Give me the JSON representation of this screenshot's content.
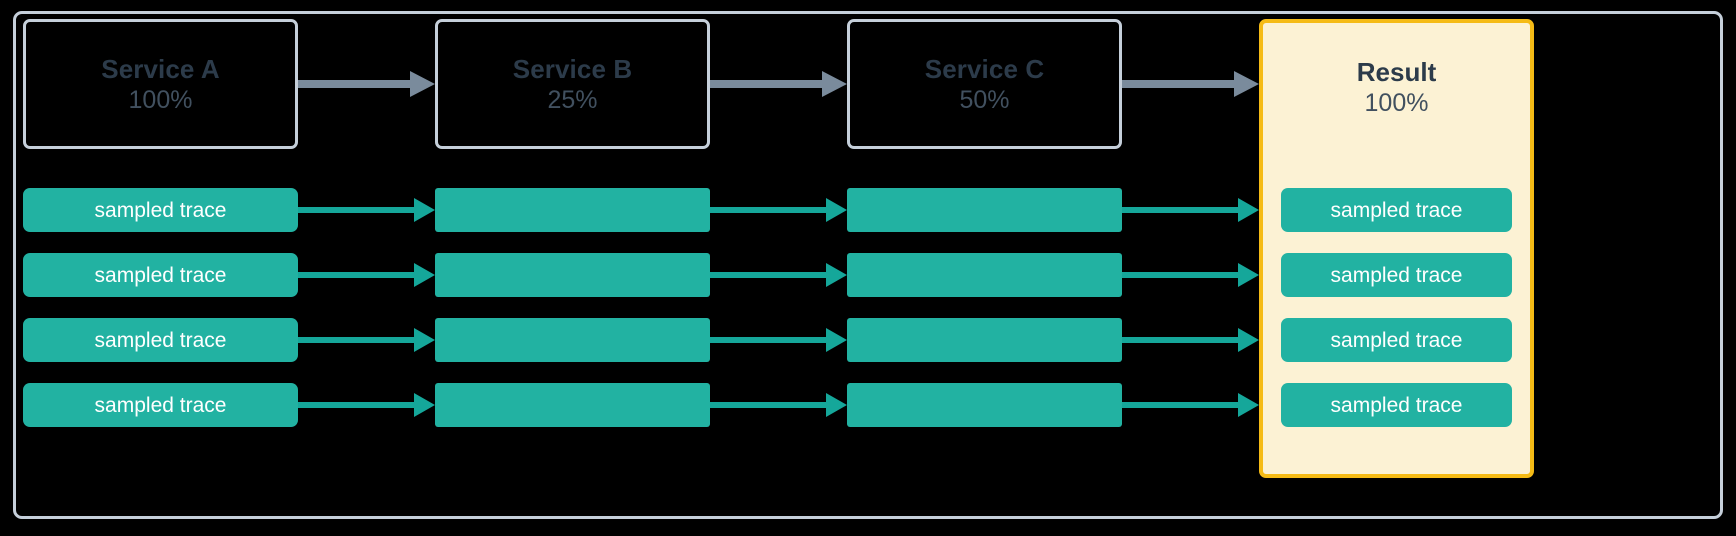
{
  "diagram": {
    "title": "Trace sampling propagation",
    "type": "pipeline-flow",
    "background_color": "#000000",
    "frame_border_color": "#c5cfda",
    "trace_color": "#22b2a2",
    "gray_arrow_color": "#7a8b9c",
    "highlight_background": "#fcf2d4",
    "highlight_border": "#f5bb16",
    "title_text_color": "#2c3b4a",
    "pct_text_color": "#41505f"
  },
  "columns": [
    {
      "id": "service-a",
      "header": {
        "title": "Service A",
        "percent": "100%"
      },
      "highlighted": false,
      "traces": [
        {
          "label": "sampled trace",
          "labeled": true
        },
        {
          "label": "sampled trace",
          "labeled": true
        },
        {
          "label": "sampled trace",
          "labeled": true
        },
        {
          "label": "sampled trace",
          "labeled": true
        }
      ]
    },
    {
      "id": "service-b",
      "header": {
        "title": "Service B",
        "percent": "25%"
      },
      "highlighted": false,
      "traces": [
        {
          "label": "",
          "labeled": false
        },
        {
          "label": "",
          "labeled": false
        },
        {
          "label": "",
          "labeled": false
        },
        {
          "label": "",
          "labeled": false
        }
      ]
    },
    {
      "id": "service-c",
      "header": {
        "title": "Service C",
        "percent": "50%"
      },
      "highlighted": false,
      "traces": [
        {
          "label": "",
          "labeled": false
        },
        {
          "label": "",
          "labeled": false
        },
        {
          "label": "",
          "labeled": false
        },
        {
          "label": "",
          "labeled": false
        }
      ]
    },
    {
      "id": "result",
      "header": {
        "title": "Result",
        "percent": "100%"
      },
      "highlighted": true,
      "traces": [
        {
          "label": "sampled trace",
          "labeled": true
        },
        {
          "label": "sampled trace",
          "labeled": true
        },
        {
          "label": "sampled trace",
          "labeled": true
        },
        {
          "label": "sampled trace",
          "labeled": true
        }
      ]
    }
  ],
  "arrows": {
    "header_arrow_icon": "arrow-right-icon",
    "trace_arrow_icon": "arrow-right-icon",
    "header_arrow_count": 3,
    "trace_arrow_rows": 4,
    "trace_arrow_gaps": 3
  }
}
